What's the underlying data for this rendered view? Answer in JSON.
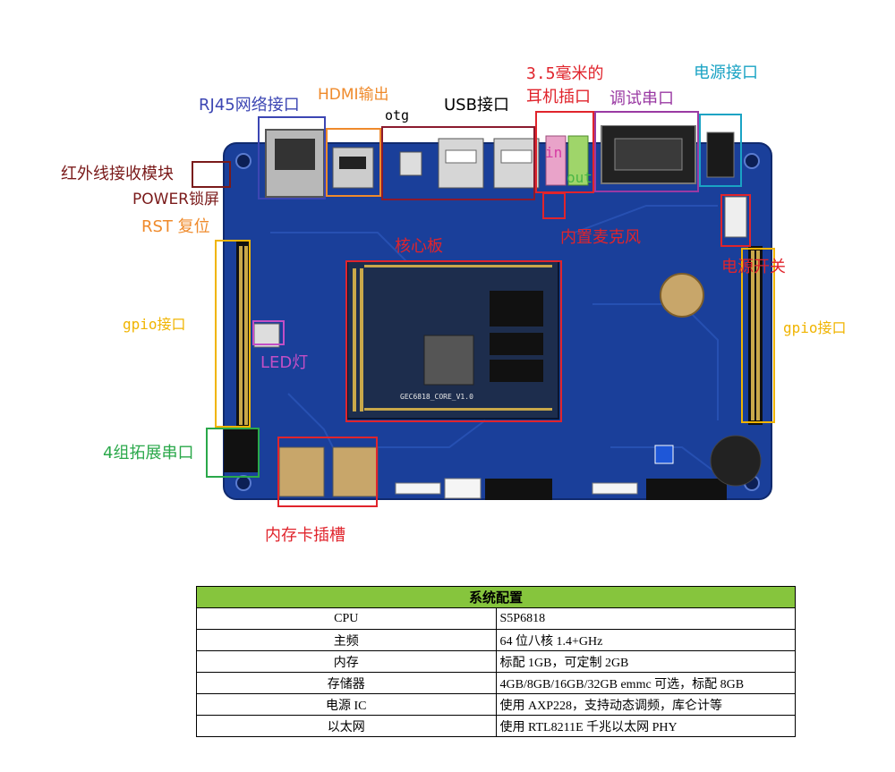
{
  "labels": {
    "rj45": "RJ45网络接口",
    "hdmi": "HDMI输出",
    "otg": "otg",
    "usb": "USB接口",
    "audio": "3.5毫米的\n耳机插口",
    "debug_serial": "调试串口",
    "power_port": "电源接口",
    "infrared": "红外线接收模块",
    "power_lock": "POWER锁屏",
    "rst": "RST 复位",
    "core_board": "核心板",
    "in": "in",
    "out": "out",
    "mic": "内置麦克风",
    "power_switch": "电源开关",
    "gpio_left": "gpio接口",
    "gpio_right": "gpio接口",
    "led": "LED灯",
    "serial4": "4组拓展串口",
    "memcard": "内存卡插槽",
    "core_marking": "GEC6818_CORE_V1.0"
  },
  "colors": {
    "board_blue": "#1a3f9a",
    "rj45": "#3c46b3",
    "hdmi": "#ef8a2b",
    "usb_otg": "#8b1a2e",
    "audio_mic": "#e0242c",
    "debug": "#9a3aa3",
    "power_port": "#1aa3c4",
    "infrared": "#7a1a1a",
    "rst": "#ef8a2b",
    "core": "#e0242c",
    "gpio": "#f0b400",
    "led": "#c24fc5",
    "serial4": "#2aa84a",
    "memcard": "#e0242c",
    "in": "#d53aa3",
    "out": "#49b645",
    "table_header": "#86c53d"
  },
  "table": {
    "title": "系统配置",
    "rows": [
      {
        "k": "CPU",
        "v": "S5P6818"
      },
      {
        "k": "主频",
        "v": "64 位八核 1.4+GHz"
      },
      {
        "k": "内存",
        "v": "标配 1GB，可定制 2GB"
      },
      {
        "k": "存储器",
        "v": "4GB/8GB/16GB/32GB emmc 可选，标配 8GB"
      },
      {
        "k": "电源 IC",
        "v": "使用 AXP228，支持动态调频，库仑计等"
      },
      {
        "k": "以太网",
        "v": "使用 RTL8211E 千兆以太网 PHY"
      }
    ]
  }
}
